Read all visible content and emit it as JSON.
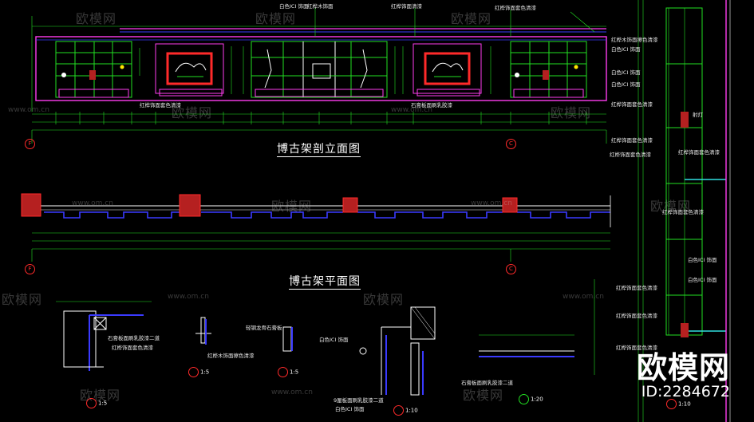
{
  "drawing": {
    "elevation_title": "博古架剖立面图",
    "plan_title": "博古架平面图",
    "axis_labels": [
      "F",
      "C",
      "F",
      "C"
    ],
    "detail_scales": [
      "1:5",
      "1:5",
      "1:5",
      "1:10",
      "1:20",
      "1:10"
    ],
    "annotations": [
      "白色ICI 饰面",
      "红桦木饰面",
      "红桦饰面清漆",
      "红桦饰面套色清漆",
      "红桦木饰面擦色清漆",
      "红桦饰面套色清漆",
      "石膏板面刷乳胶漆",
      "白色ICI 饰面",
      "红桦饰面套色清漆",
      "白色ICI 饰面",
      "红桦饰面套色清漆",
      "白色ICI 饰面",
      "射灯",
      "石膏板面刷乳胶漆二道",
      "红桦饰面套色清漆",
      "红桦木饰面擦色清漆",
      "轻钢龙骨石膏板",
      "白色ICI 饰面",
      "9厘板面刷乳胶漆二道",
      "白色ICI 饰面",
      "石膏板面刷乳胶漆二道",
      "红桦饰面套色清漆",
      "红桦饰面套色清漆",
      "红桦饰面套色清漆",
      "白色ICI 饰面",
      "红桦饰面套色清漆",
      "红桦饰面套色清漆",
      "白色ICI 饰面",
      "红桦饰面套色清漆"
    ]
  },
  "watermark": {
    "brand": "欧模网",
    "url": "www.om.cn",
    "id_label": "ID:2284672"
  },
  "colors": {
    "background": "#000000",
    "dimension": "#22e022",
    "furniture": "#ff3df0",
    "structure": "#3a3aff",
    "detail": "#ffffff",
    "accent_red": "#ff2a2a",
    "fill_red": "#b52020",
    "cyan": "#30e0e0",
    "yellow": "#ffe800"
  }
}
